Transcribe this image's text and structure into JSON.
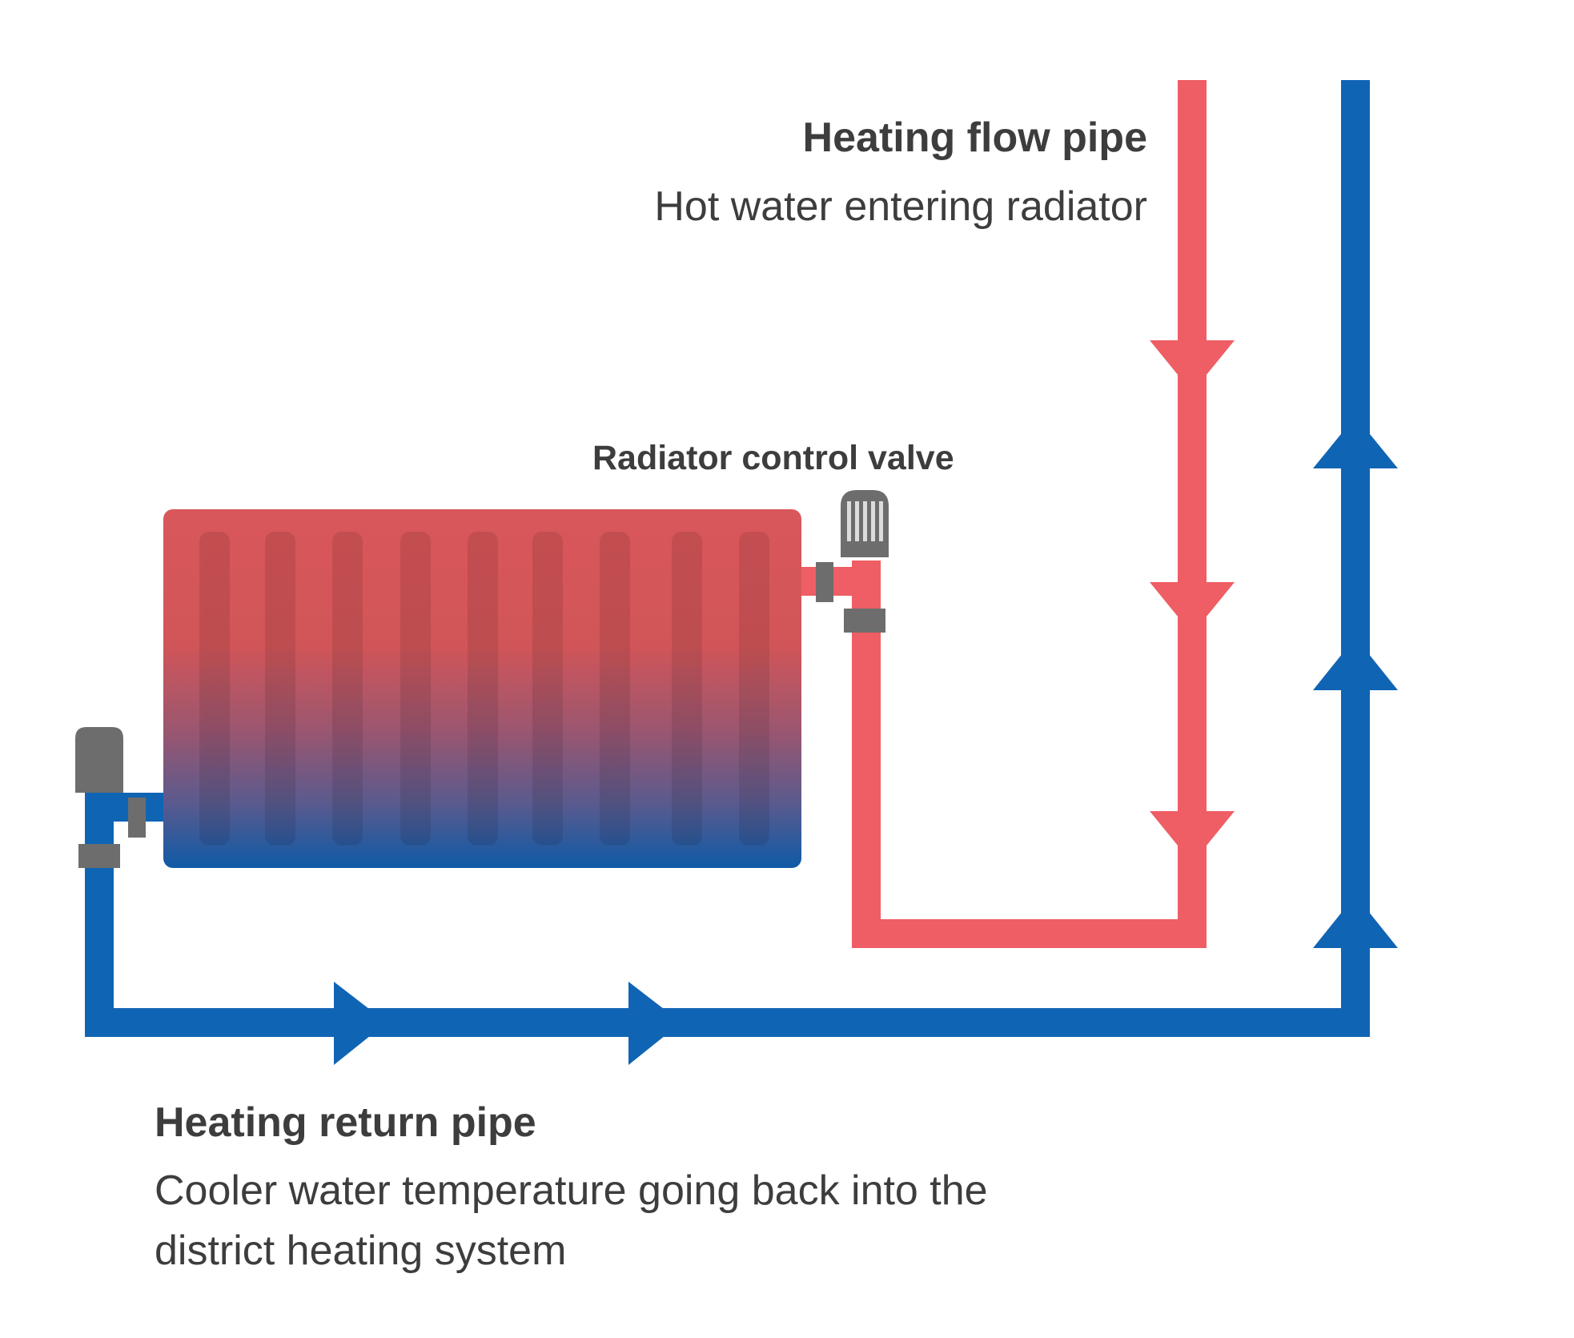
{
  "labels": {
    "flow_title": "Heating flow pipe",
    "flow_desc": "Hot water entering radiator",
    "valve_title": "Radiator control valve",
    "return_title": "Heating return pipe",
    "return_desc": "Cooler water temperature going back into the district heating system"
  },
  "colors": {
    "hot_pipe": "#ee5e64",
    "cold_pipe": "#1064b4",
    "radiator_top": "#d9575a",
    "radiator_bottom": "#0f5aa6",
    "valve": "#6d6d6d",
    "text": "#3d3d3d"
  }
}
